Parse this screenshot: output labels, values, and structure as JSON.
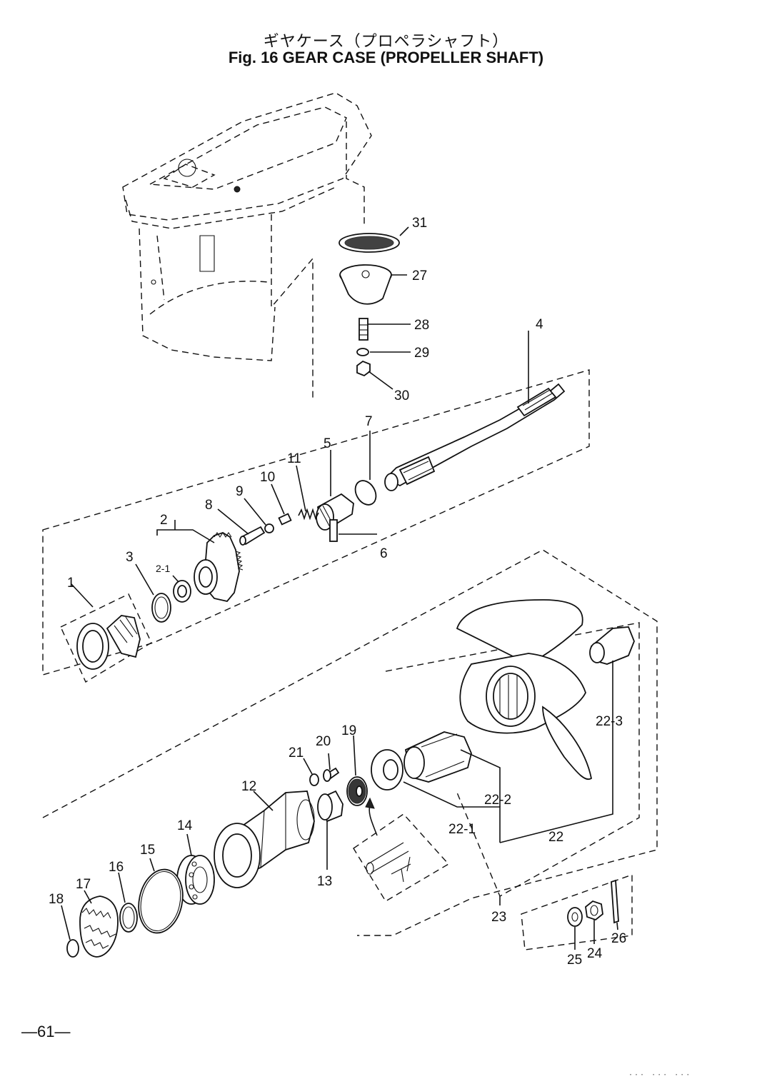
{
  "title": {
    "japanese": "ギヤケース（プロペラシャフト）",
    "english": "Fig. 16   GEAR CASE (PROPELLER SHAFT)"
  },
  "page_number": "—61—",
  "footer_marks": "··· ··· ···",
  "labels": {
    "p1": "1",
    "p2": "2",
    "p2_1": "2-1",
    "p3": "3",
    "p4": "4",
    "p5": "5",
    "p6": "6",
    "p7": "7",
    "p8": "8",
    "p9": "9",
    "p10": "10",
    "p11": "11",
    "p12": "12",
    "p13": "13",
    "p14": "14",
    "p15": "15",
    "p16": "16",
    "p17": "17",
    "p18": "18",
    "p19": "19",
    "p20": "20",
    "p21": "21",
    "p22": "22",
    "p22_1": "22-1",
    "p22_2": "22-2",
    "p22_3": "22-3",
    "p23": "23",
    "p24": "24",
    "p25": "25",
    "p26": "26",
    "p27": "27",
    "p28": "28",
    "p29": "29",
    "p30": "30",
    "p31": "31"
  }
}
